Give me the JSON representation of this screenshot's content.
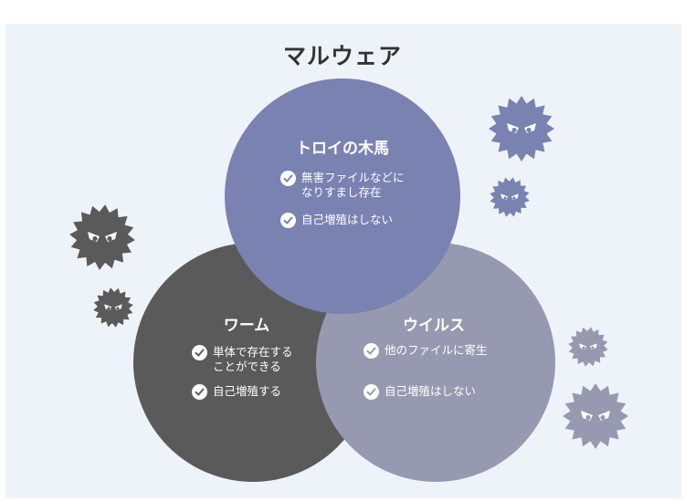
{
  "title": "マルウェア",
  "circles": {
    "trojan": {
      "label": "トロイの木馬",
      "color": "#7a82b2",
      "items": [
        "無害ファイルなどに\nなりすまし存在",
        "自己増殖はしない"
      ]
    },
    "worm": {
      "label": "ワーム",
      "color": "#5a5a5a",
      "items": [
        "単体で存在する\nことができる",
        "自己増殖する"
      ]
    },
    "virus": {
      "label": "ウイルス",
      "color": "#9799b0",
      "items": [
        "他のファイルに寄生",
        "自己増殖はしない"
      ]
    }
  },
  "overlap_color": "#6d7199",
  "icons": [
    "virus-icon",
    "check-icon"
  ]
}
